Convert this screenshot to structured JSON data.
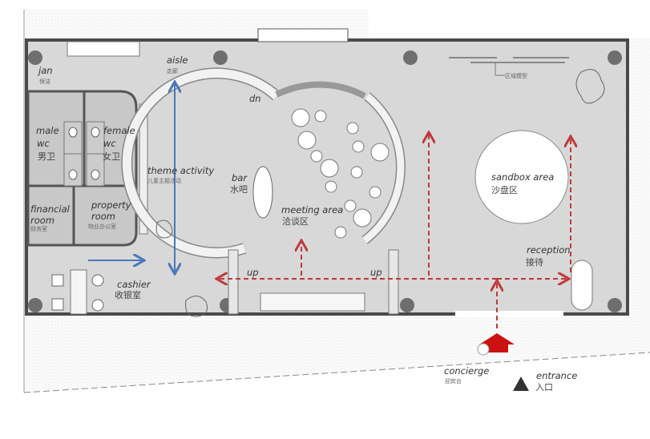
{
  "labels": {
    "jan": {
      "en": "jan",
      "cn": "保洁"
    },
    "aisle": {
      "en": "aisle",
      "cn": "走廊"
    },
    "male_wc": {
      "en1": "male",
      "en2": "wc",
      "cn": "男卫"
    },
    "female_wc": {
      "en1": "female",
      "en2": "wc",
      "cn": "女卫"
    },
    "theme_activity": {
      "en": "theme activity",
      "cn": "儿童主题活动"
    },
    "financial_room": {
      "en1": "financial",
      "en2": "room",
      "cn": "财务室"
    },
    "property_room": {
      "en1": "property",
      "en2": "room",
      "cn": "物业办公室"
    },
    "cashier": {
      "en": "cashier",
      "cn": "收银室"
    },
    "dn": {
      "en": "dn"
    },
    "bar": {
      "en": "bar",
      "cn": "水吧"
    },
    "meeting_area": {
      "en": "meeting area",
      "cn": "洽谈区"
    },
    "up_left": {
      "en": "up"
    },
    "up_right": {
      "en": "up"
    },
    "area_model": {
      "cn": "区域模型"
    },
    "sandbox_area": {
      "en": "sandbox area",
      "cn": "沙盘区"
    },
    "reception": {
      "en": "reception",
      "cn": "接待"
    },
    "concierge": {
      "en": "concierge",
      "cn": "迎宾台"
    },
    "entrance": {
      "en": "entrance",
      "cn": "入口"
    }
  },
  "colors": {
    "circulation_main": "#c0393b",
    "circulation_secondary": "#4a78b8",
    "entrance_arrow": "#cc1111"
  }
}
